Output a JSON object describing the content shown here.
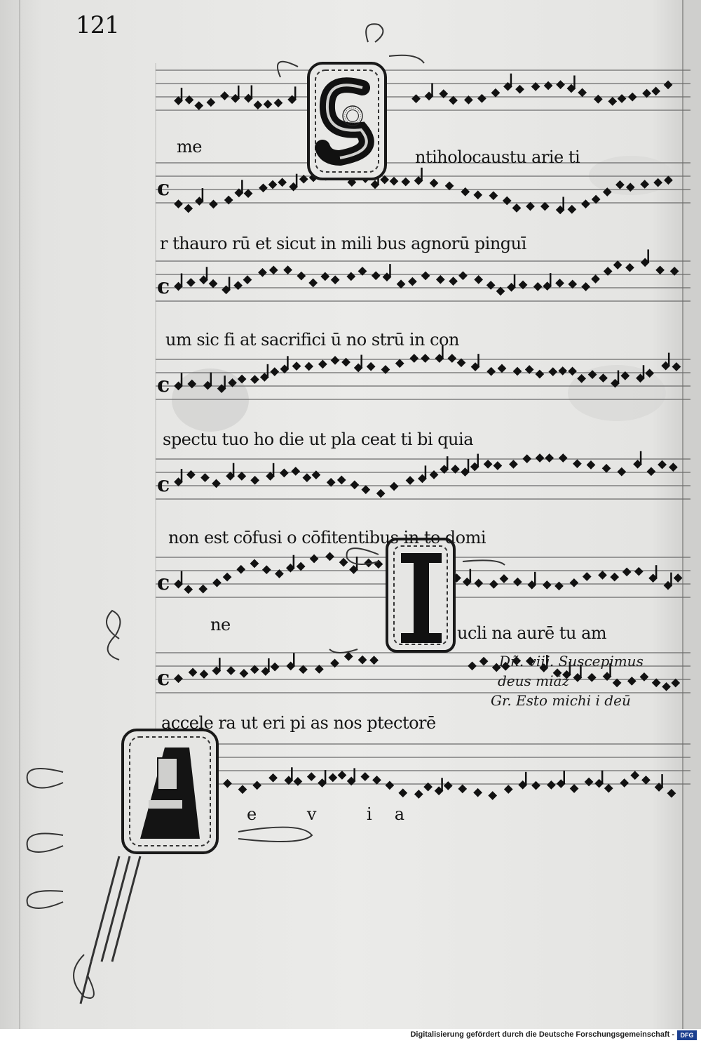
{
  "folio_number": "121",
  "lyrics": [
    "me",
    "ntiholocaustu arie ti",
    "r thauro rū et sicut in mili bus agnorū pinguī",
    "um sic fi at sacrifici ū no strū in con",
    "spectu tuo ho die ut pla ceat ti bi quia",
    "non est cōfusi o cōfitentibus in te domi",
    "ne",
    "ucli na aurē tu am",
    "accele ra ut eri pi as nos ptectorē",
    "e v ia"
  ],
  "marginal_note": [
    "Dñ. viij. Suscepimus",
    "deus miāz",
    "Gr. Esto michi i deū"
  ],
  "footer": {
    "text": "Digitalisierung gefördert durch die Deutsche Forschungsgemeinschaft -",
    "logo": "DFG"
  },
  "colors": {
    "parchment": "#e6e6e4",
    "ink": "#111111",
    "staff": "#6a6a6a",
    "logo_blue": "#1b3f8f"
  }
}
